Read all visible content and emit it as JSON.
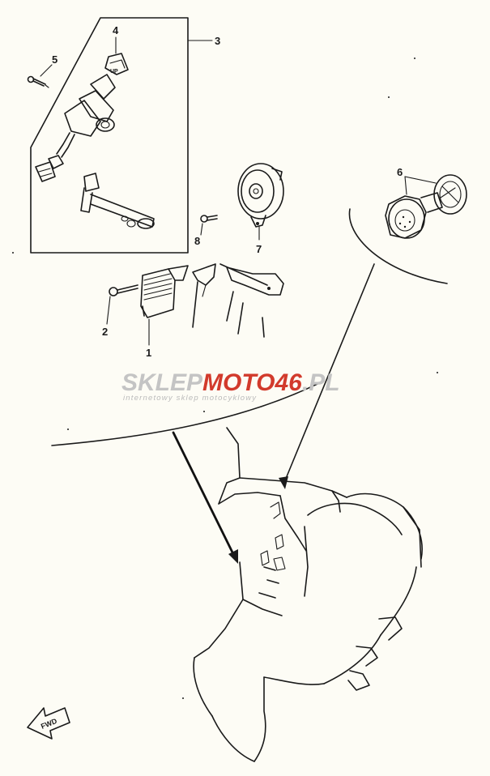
{
  "diagram": {
    "callouts": {
      "c1": "1",
      "c2": "2",
      "c3": "3",
      "c4": "4",
      "c5": "5",
      "c6": "6",
      "c7": "7",
      "c8": "8"
    },
    "direction_label": "FWD",
    "watermark": {
      "brand_a": "SKLEP",
      "brand_b": "MOTO",
      "brand_c": "46",
      "brand_d": ".PL",
      "tagline": "internetowy sklep motocyklowy",
      "colors": {
        "grey": "#c4c4c4",
        "red": "#d23a2c"
      }
    },
    "colors": {
      "line": "#1a1a1a",
      "paper": "#fdfcf5"
    }
  }
}
